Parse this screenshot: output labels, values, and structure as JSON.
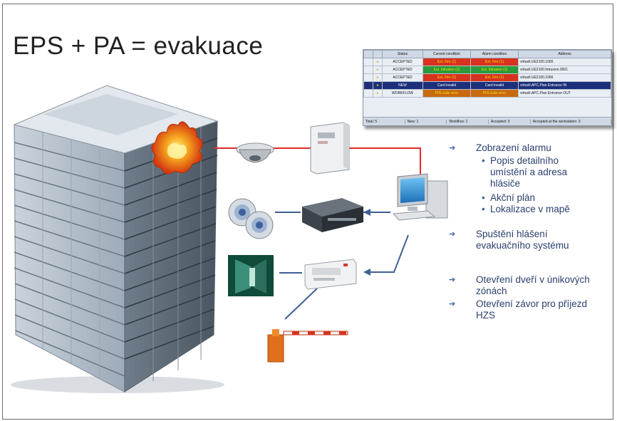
{
  "slide": {
    "title": "EPS + PA = evakuace",
    "colors": {
      "fire_line": "#e02a2a",
      "data_line": "#3f5f95",
      "text": "#2a3f6e",
      "bullet": "#3c64a8"
    }
  },
  "alarm_table": {
    "headers": [
      "",
      "",
      "Status",
      "Current condition",
      "Alarm condition",
      "Address"
    ],
    "rows": [
      {
        "num": "",
        "status": "ACCEPTED",
        "current": "Ext. Fire (1)",
        "alarm": "Ext. Fire (1)",
        "address": "virtuell.UE2100.1065",
        "color": "red"
      },
      {
        "num": "",
        "status": "ACCEPTED",
        "current": "Ext. Intrusion (1)",
        "alarm": "Ext. Intrusion (1)",
        "address": "virtuell.UE2100.Intrusion.0001",
        "color": "green"
      },
      {
        "num": "",
        "status": "ACCEPTED",
        "current": "Ext. Fire (1)",
        "alarm": "Ext. Fire (1)",
        "address": "virtuell.UE2100.1066",
        "color": "red"
      },
      {
        "num": "",
        "status": "NEW",
        "current": "Card invalid",
        "alarm": "Card invalid",
        "address": "virtuell.APC.Plan Entrance IN",
        "color": "navy"
      },
      {
        "num": "",
        "status": "WORKFLOW",
        "current": "PIN code error",
        "alarm": "PIN code error",
        "address": "virtuell.APC.Plan Entrance OUT",
        "color": "orange"
      }
    ],
    "footer": [
      "Total: 5",
      "New: 1",
      "Workflow: 1",
      "Accepted: 3",
      "Accepted at the workstation: 3"
    ]
  },
  "bullets": {
    "item1": "Zobrazení alarmu",
    "sub1": "Popis detailního umístění a adresa hlásiče",
    "sub1_line1": "Popis detailního",
    "sub1_line2": "umístění a adresa",
    "sub1_line3": "hlásiče",
    "sub2": "Akční plán",
    "sub3": "Lokalizace v mapě",
    "item2_line1": "Spuštění hlášení",
    "item2_line2": "evakuačního systému",
    "item3_line1": "Otevření dveří v únikových",
    "item3_line2": "zónách",
    "item4_line1": "Otevření závor pro příjezd",
    "item4_line2": "HZS"
  },
  "icons": {
    "building": "building-icon",
    "fire": "fire-icon",
    "smoke_detector": "smoke-detector-icon",
    "fire_panel": "fire-control-panel-icon",
    "workstation": "computer-workstation-icon",
    "speakers": "speaker-icon",
    "amplifier": "amplifier-icon",
    "door": "door-corridor-icon",
    "controller": "access-controller-icon",
    "barrier": "barrier-gate-icon"
  }
}
